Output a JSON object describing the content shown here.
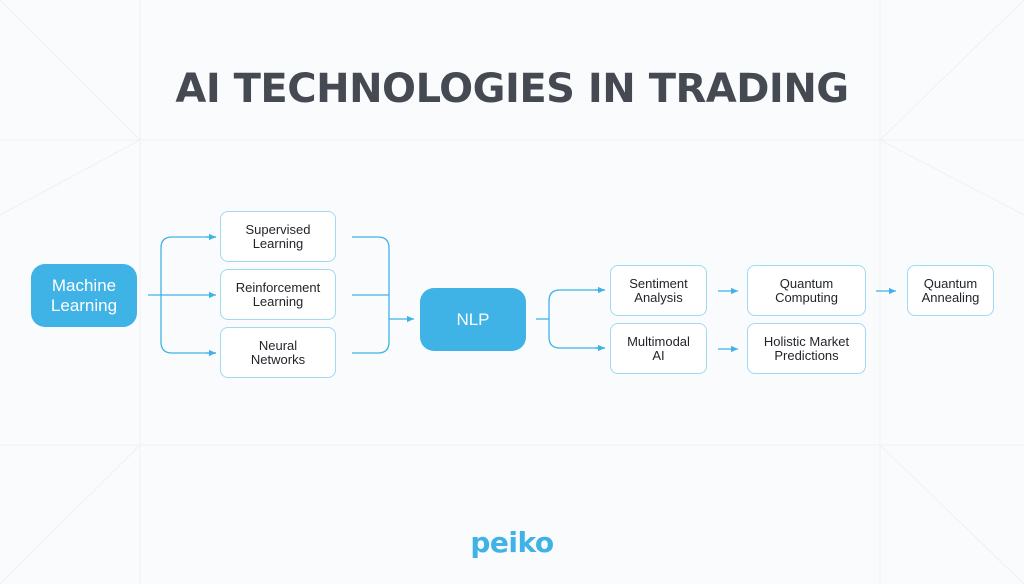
{
  "title": "AI TECHNOLOGIES IN TRADING",
  "colors": {
    "accent": "#3fb2e6",
    "border": "#9fd9f2",
    "title": "#454a52",
    "background": "#fafbfc"
  },
  "nodes": {
    "machine_learning": "Machine\nLearning",
    "supervised_learning": "Supervised\nLearning",
    "reinforcement_learning": "Reinforcement\nLearning",
    "neural_networks": "Neural\nNetworks",
    "nlp": "NLP",
    "sentiment_analysis": "Sentiment\nAnalysis",
    "multimodal_ai": "Multimodal\nAI",
    "quantum_computing": "Quantum\nComputing",
    "holistic_market_predictions": "Holistic Market\nPredictions",
    "quantum_annealing": "Quantum\nAnnealing"
  },
  "logo": {
    "text": "peiko"
  }
}
